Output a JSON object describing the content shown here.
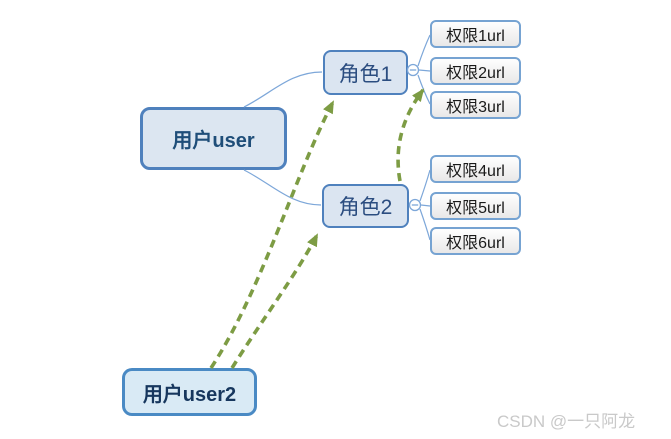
{
  "nodes": {
    "user1": "用户user",
    "user2": "用户user2",
    "role1": "角色1",
    "role2": "角色2",
    "perm1": "权限1url",
    "perm2": "权限2url",
    "perm3": "权限3url",
    "perm4": "权限4url",
    "perm5": "权限5url",
    "perm6": "权限6url"
  },
  "watermark": "CSDN @一只阿龙",
  "edges": {
    "tree": [
      {
        "from": "用户user",
        "to": "角色1",
        "style": "thin-blue-curve"
      },
      {
        "from": "用户user",
        "to": "角色2",
        "style": "thin-blue-curve"
      },
      {
        "from": "角色1",
        "to": [
          "权限1url",
          "权限2url",
          "权限3url"
        ],
        "style": "thin-blue-curve",
        "connector": "collapse-circle-minus"
      },
      {
        "from": "角色2",
        "to": [
          "权限4url",
          "权限5url",
          "权限6url"
        ],
        "style": "thin-blue-curve",
        "connector": "collapse-circle-minus"
      }
    ],
    "relationships": [
      {
        "from": "用户user2",
        "to": "角色1",
        "style": "green-dashed-arrow"
      },
      {
        "from": "用户user2",
        "to": "角色2",
        "style": "green-dashed-arrow"
      },
      {
        "from": "角色2",
        "to": "角色1-权限分支点",
        "style": "green-dashed-arrow"
      }
    ]
  },
  "colors": {
    "node_border_blue": "#4f81bd",
    "node_fill_blue": "#dce6f1",
    "user2_fill": "#d9eaf5",
    "perm_border": "#76a3d2",
    "perm_fill_top": "#fefefe",
    "perm_fill_bottom": "#e9e8e8",
    "edge_blue": "#7da7d9",
    "arrow_green": "#7d9c44",
    "user_text": "#1f4e79",
    "role_text": "#2b4d80",
    "perm_text": "#1a1a1a",
    "watermark_gray": "#c9c9c9"
  }
}
